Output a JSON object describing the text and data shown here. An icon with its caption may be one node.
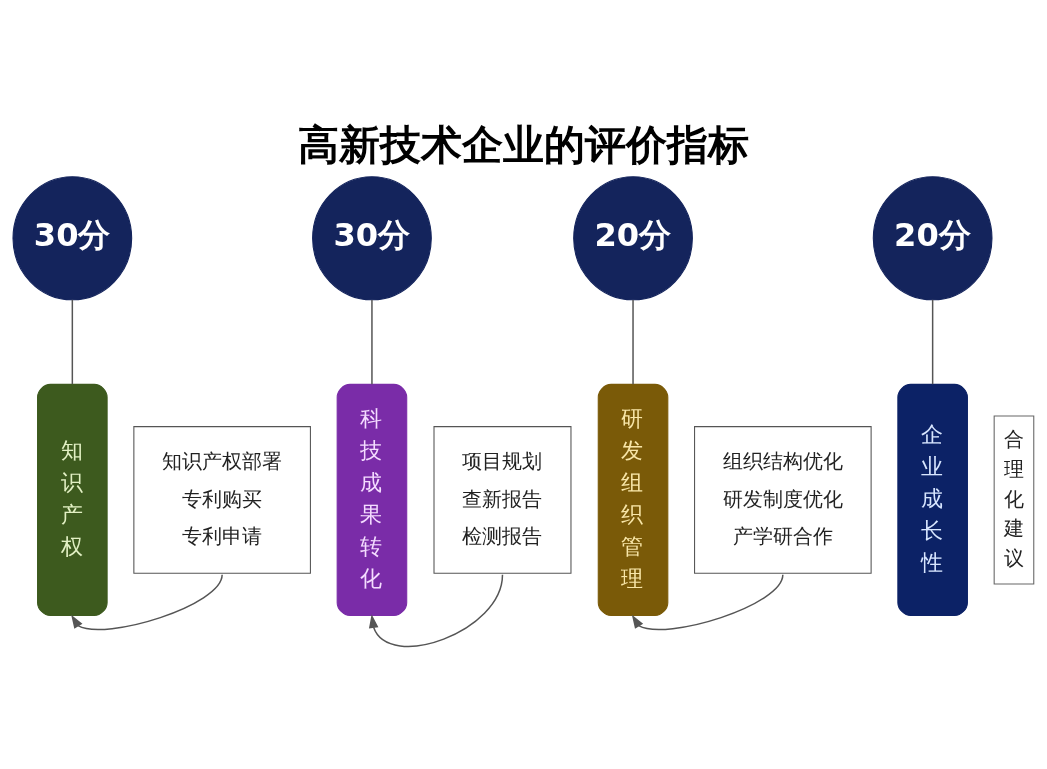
{
  "diagram": {
    "title": "高新技术企业的评价指标",
    "nodes": [
      {
        "text": [
          "30分"
        ]
      },
      {
        "text": [
          "知识产权"
        ]
      },
      {
        "text": [
          "知识产权部署",
          "专利购买",
          "专利申请"
        ]
      },
      {
        "text": [
          "30分"
        ]
      },
      {
        "text": [
          "科技成果转化"
        ]
      },
      {
        "text": [
          "项目规划",
          "查新报告",
          "检测报告"
        ]
      },
      {
        "text": [
          "20分"
        ]
      },
      {
        "text": [
          "研发组织管理"
        ]
      },
      {
        "text": [
          "组织结构优化",
          "研发制度优化",
          "产学研合作"
        ]
      },
      {
        "text": [
          "20分"
        ]
      },
      {
        "text": [
          "企业成长性"
        ]
      },
      {
        "text": [
          "合理化建议"
        ]
      }
    ],
    "edges": [
      {
        "from": 0,
        "to": 1,
        "arrow": "none"
      },
      {
        "from": 2,
        "to": 1,
        "arrow": "to"
      },
      {
        "from": 3,
        "to": 4,
        "arrow": "none"
      },
      {
        "from": 5,
        "to": 4,
        "arrow": "to"
      },
      {
        "from": 6,
        "to": 7,
        "arrow": "none"
      },
      {
        "from": 8,
        "to": 7,
        "arrow": "to"
      },
      {
        "from": 9,
        "to": 10,
        "arrow": "none"
      }
    ]
  }
}
